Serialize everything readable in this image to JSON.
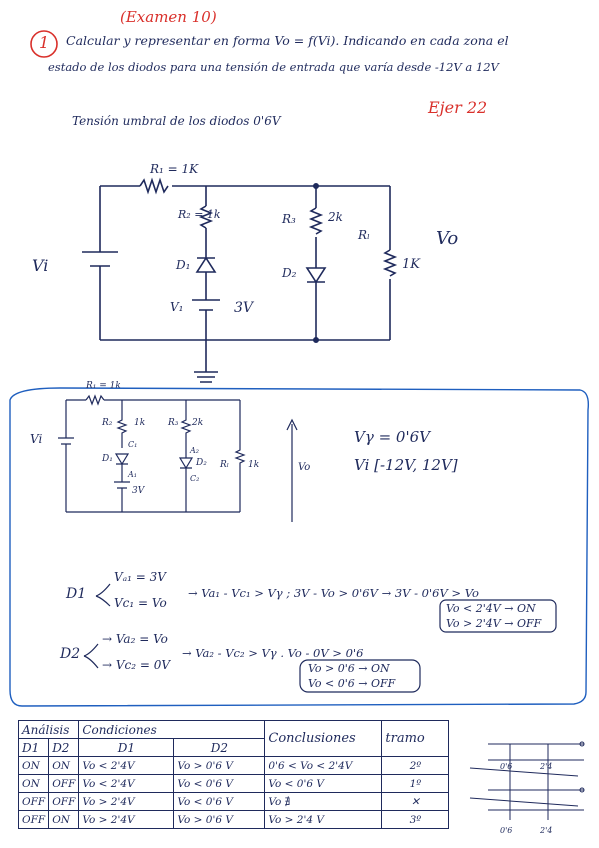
{
  "header": {
    "exam": "(Examen 10)",
    "problem_number": "1",
    "line1": "Calcular y representar en forma Vo = f(Vi). Indicando en cada zona el",
    "line2": "estado de los diodos para una tensión de entrada que varía desde -12V a 12V",
    "line3": "Tensión umbral de los diodos 0'6V",
    "ref": "Ejer 22"
  },
  "circuit1": {
    "R1": "R₁ = 1K",
    "R2": "R₂ = 1k",
    "R3": "R₃",
    "R3_val": "2k",
    "RL": "Rₗ",
    "RL_val": "1K",
    "D1": "D₁",
    "D2": "D₂",
    "V1": "V₁",
    "V1_val": "3V",
    "Vi": "Vi",
    "Vo": "Vo"
  },
  "circuit2": {
    "R1": "R₁ = 1k",
    "R2": "R₂",
    "R2_val": "1k",
    "R3": "R₃",
    "R3_val": "2k",
    "RL": "Rₗ",
    "RL_val": "1k",
    "C1": "C₁",
    "A1": "A₁",
    "D1": "D₁",
    "D2": "D₂",
    "A2": "A₂",
    "C2": "C₂",
    "V": "3V",
    "Vi": "Vi",
    "Vo": "Vo",
    "vg": "Vγ = 0'6V",
    "range": "Vi [-12V, 12V]"
  },
  "analysis": {
    "d1_label": "D1",
    "d1_va": "Vₐ₁ = 3V",
    "d1_vc": "Vc₁ = Vo",
    "d1_eq": "→ Va₁ - Vc₁ > Vγ ;  3V - Vo > 0'6V → 3V - 0'6V > Vo",
    "d1_r1": "Vo < 2'4V → ON",
    "d1_r2": "Vo > 2'4V → OFF",
    "d2_label": "D2",
    "d2_va": "→ Va₂ = Vo",
    "d2_vc": "→ Vc₂ = 0V",
    "d2_eq": "→ Va₂ - Vc₂ > Vγ .  Vo - 0V > 0'6",
    "d2_r1": "Vo > 0'6 → ON",
    "d2_r2": "Vo < 0'6 → OFF"
  },
  "table": {
    "title": "Análisis",
    "conditions": "Condiciones",
    "headers": [
      "D1",
      "D2",
      "D1",
      "D2",
      "Conclusiones",
      "tramo"
    ],
    "rows": [
      [
        "ON",
        "ON",
        "Vo < 2'4V",
        "Vo > 0'6 V",
        "0'6 < Vo < 2'4V",
        "2º"
      ],
      [
        "ON",
        "OFF",
        "Vo < 2'4V",
        "Vo < 0'6 V",
        "Vo < 0'6 V",
        "1º"
      ],
      [
        "OFF",
        "OFF",
        "Vo > 2'4V",
        "Vo < 0'6 V",
        "Vo ∄",
        "✕"
      ],
      [
        "OFF",
        "ON",
        "Vo > 2'4V",
        "Vo > 0'6 V",
        "Vo > 2'4 V",
        "3º"
      ]
    ],
    "sketch_ticks": [
      "0'6",
      "2'4"
    ]
  }
}
